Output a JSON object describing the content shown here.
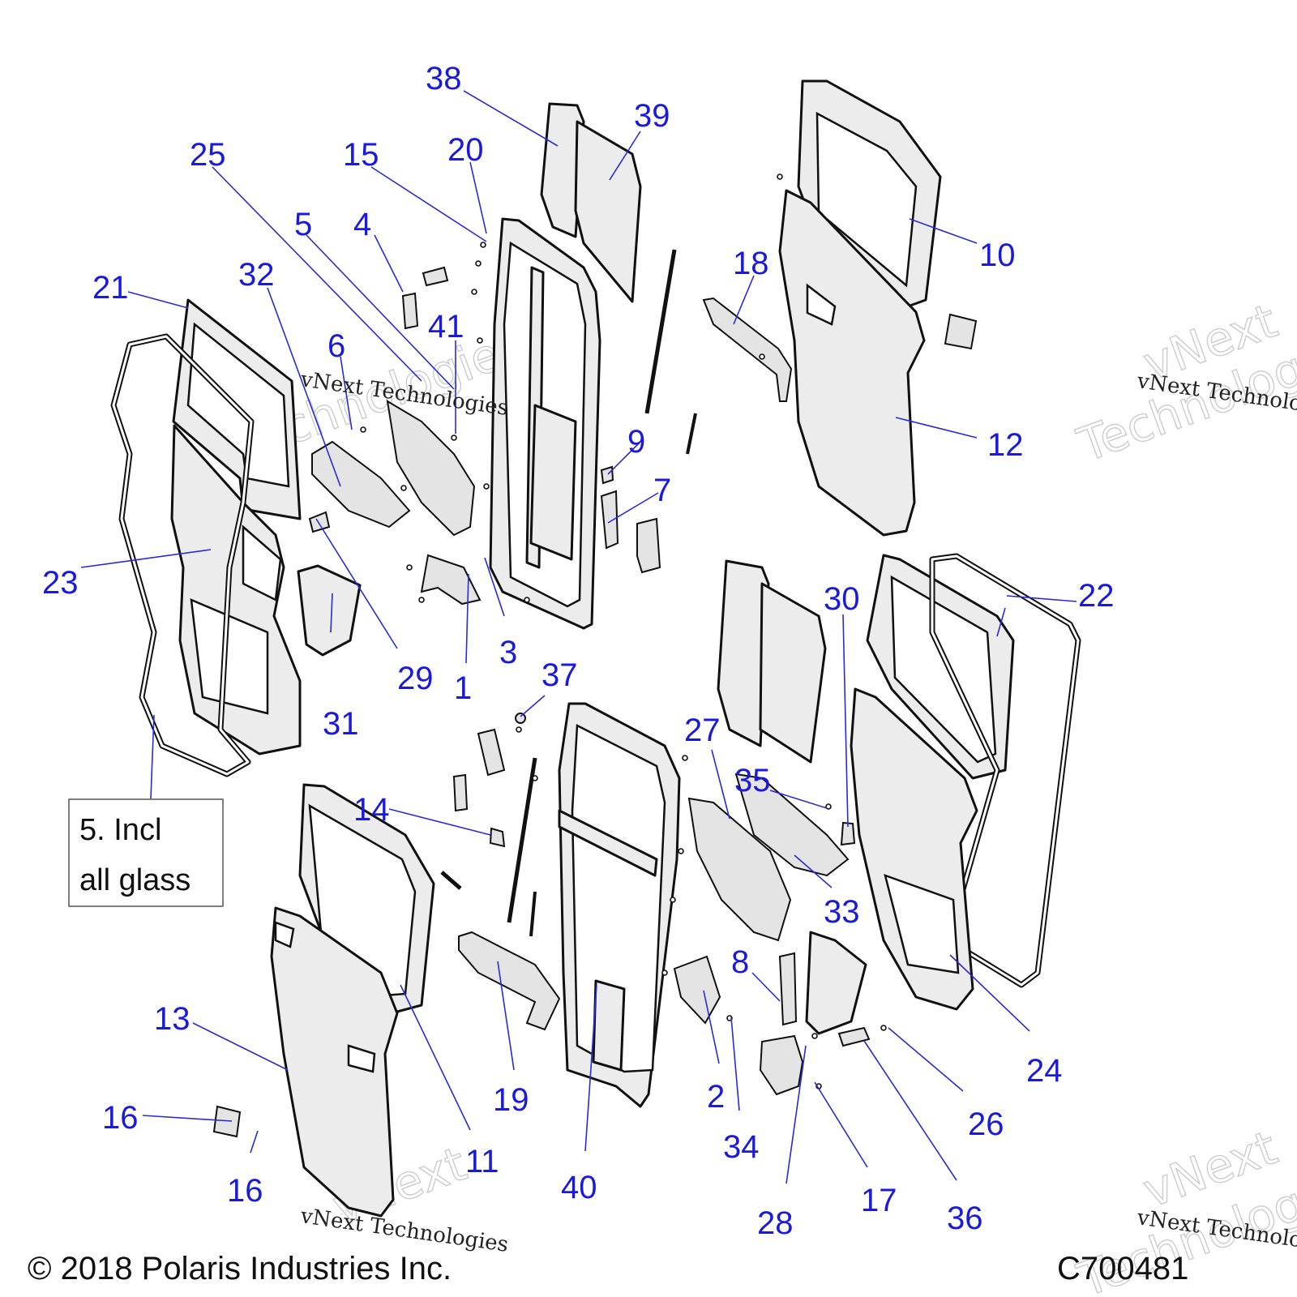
{
  "callouts": {
    "n1": "1",
    "n2": "2",
    "n3": "3",
    "n4": "4",
    "n5": "5",
    "n6": "6",
    "n7": "7",
    "n8": "8",
    "n9": "9",
    "n10": "10",
    "n11": "11",
    "n12": "12",
    "n13": "13",
    "n14": "14",
    "n15": "15",
    "n16a": "16",
    "n16b": "16",
    "n17": "17",
    "n18": "18",
    "n19": "19",
    "n20": "20",
    "n21": "21",
    "n22": "22",
    "n23": "23",
    "n24": "24",
    "n25": "25",
    "n26": "26",
    "n27": "27",
    "n28": "28",
    "n29": "29",
    "n30": "30",
    "n31": "31",
    "n32": "32",
    "n33": "33",
    "n34": "34",
    "n35": "35",
    "n36": "36",
    "n37": "37",
    "n38": "38",
    "n39": "39",
    "n40": "40",
    "n41": "41"
  },
  "note": {
    "line1": "5. Incl",
    "line2": "all glass"
  },
  "footer": {
    "copyright": "© 2018 Polaris Industries Inc.",
    "diagram_code": "C700481"
  },
  "watermark": {
    "text": "vNext Technologies",
    "word1": "vNext",
    "word2": "Technologies"
  },
  "colors": {
    "callout": "#1a1adc"
  }
}
